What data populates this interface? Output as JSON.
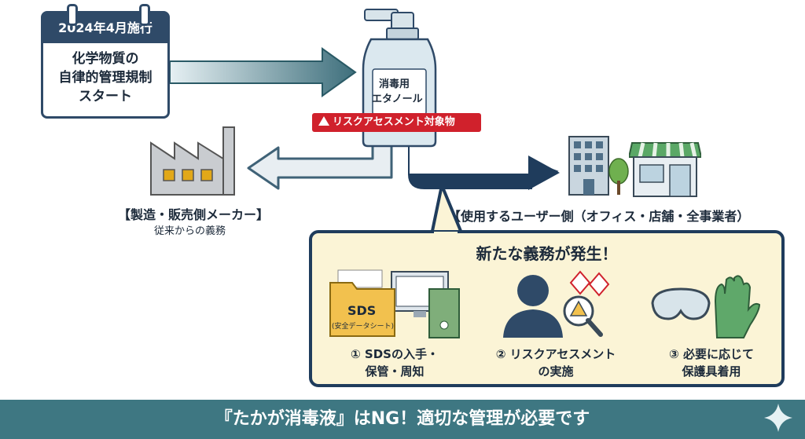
{
  "calendar": {
    "date": "2024年4月施行",
    "lines": [
      "化学物質の",
      "自律的管理規制",
      "スタート"
    ]
  },
  "bottle": {
    "label_line1": "消毒用",
    "label_line2": "エタノール",
    "warning": "リスクアセスメント対象物"
  },
  "manufacturer": {
    "label": "【製造・販売側メーカー】",
    "sub": "従来からの義務"
  },
  "user_side": {
    "label": "【使用するユーザー側（オフィス・店舗・全事業者）"
  },
  "duties": {
    "title": "新たな義務が発生！",
    "sds_folder_title": "SDS",
    "sds_folder_sub": "(安全データシート)",
    "items": [
      {
        "line1": "① SDSの入手・",
        "line2": "保管・周知"
      },
      {
        "line1": "② リスクアセスメント",
        "line2": "の実施"
      },
      {
        "line1": "③ 必要に応じて",
        "line2": "保護具着用"
      }
    ]
  },
  "banner": {
    "text": "『たかが消毒液』はNG！適切な管理が必要です"
  },
  "colors": {
    "navy": "#1f3c5c",
    "teal": "#3e7782",
    "warning_red": "#d0212c",
    "bubble_bg": "#fbf4d6",
    "light_blue": "#cfe1ea"
  }
}
